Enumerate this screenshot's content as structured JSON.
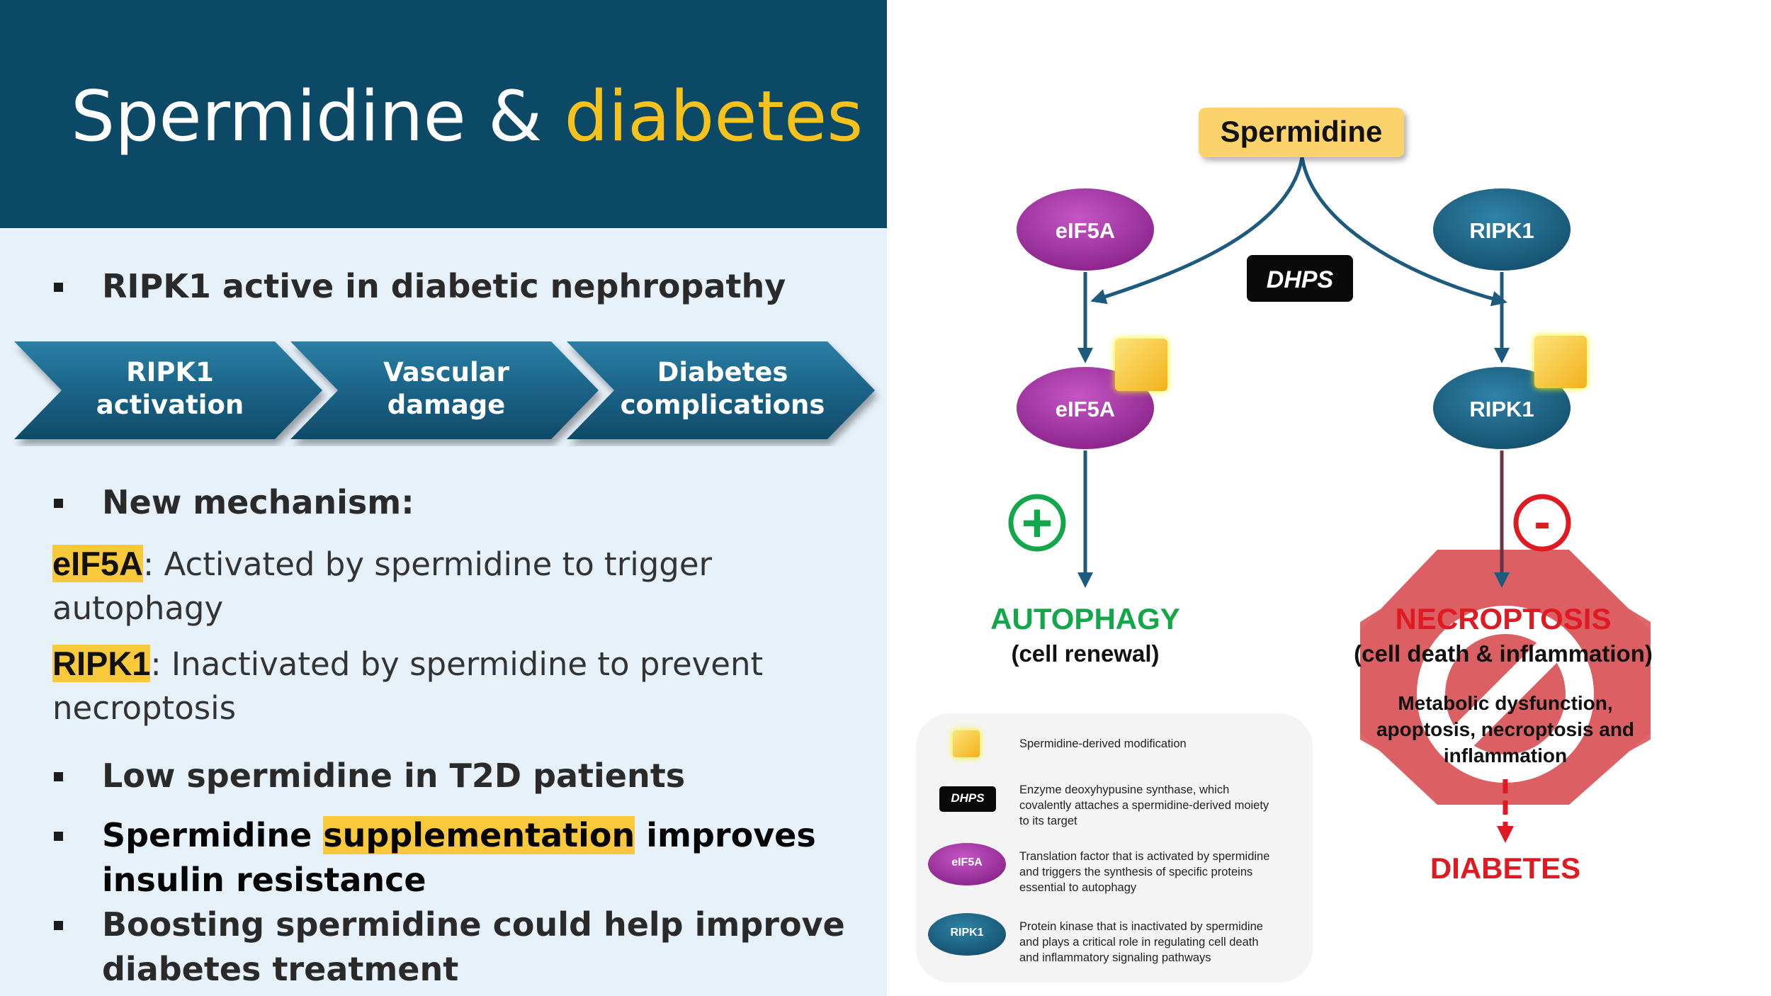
{
  "title": {
    "main": "Spermidine &",
    "accent": "diabetes"
  },
  "left": {
    "bullet1": "RIPK1 active in diabetic nephropathy",
    "chevrons": [
      {
        "line1": "RIPK1",
        "line2": "activation"
      },
      {
        "line1": "Vascular",
        "line2": "damage"
      },
      {
        "line1": "Diabetes",
        "line2": "complications"
      }
    ],
    "bullet2": "New mechanism:",
    "eif5a_term": "eIF5A",
    "eif5a_line1": ": Activated by spermidine to trigger",
    "eif5a_line2": "autophagy",
    "ripk1_term": "RIPK1",
    "ripk1_line1": ": Inactivated by spermidine to prevent",
    "ripk1_line2": "necroptosis",
    "bullet3": "Low spermidine in T2D patients",
    "bullet4_pre": "Spermidine ",
    "bullet4_hl": "supplementation",
    "bullet4_post": " improves",
    "bullet4_line2": "insulin resistance",
    "bullet5_line1": "Boosting spermidine could help improve",
    "bullet5_line2": "diabetes treatment"
  },
  "diagram": {
    "spermidine": "Spermidine",
    "dhps": "DHPS",
    "eif5a_top": "eIF5A",
    "eif5a_mod": "eIF5A",
    "ripk1_top": "RIPK1",
    "ripk1_mod": "RIPK1",
    "plus_sign": "+",
    "minus_sign": "-",
    "autophagy": "AUTOPHAGY",
    "autophagy_sub": "(cell renewal)",
    "necroptosis": "NECROPTOSIS",
    "necroptosis_sub": "(cell death & inflammation)",
    "metabolic_1": "Metabolic dysfunction,",
    "metabolic_2": "apoptosis, necroptosis and",
    "metabolic_3": "inflammation",
    "diabetes": "DIABETES",
    "colors": {
      "spermidine_box": "#fcd36a",
      "eif5a": "#9b2b9b",
      "ripk1": "#1d6688",
      "arrow": "#1d5b7e",
      "autophagy": "#12a84a",
      "necroptosis": "#e01a22",
      "stop_sign": "#dc5f63"
    }
  },
  "legend": {
    "mod_text": "Spermidine-derived modification",
    "dhps_label": "DHPS",
    "dhps_text": [
      "Enzyme deoxyhypusine synthase, which",
      "covalently attaches a spermidine-derived moiety",
      "to its target"
    ],
    "eif5a_label": "eIF5A",
    "eif5a_text": [
      "Translation factor that is activated by spermidine",
      "and triggers the synthesis of specific proteins",
      "essential to autophagy"
    ],
    "ripk1_label": "RIPK1",
    "ripk1_text": [
      "Protein kinase that is inactivated by spermidine",
      "and plays a critical role in regulating cell death",
      "and inflammatory signaling pathways"
    ]
  }
}
